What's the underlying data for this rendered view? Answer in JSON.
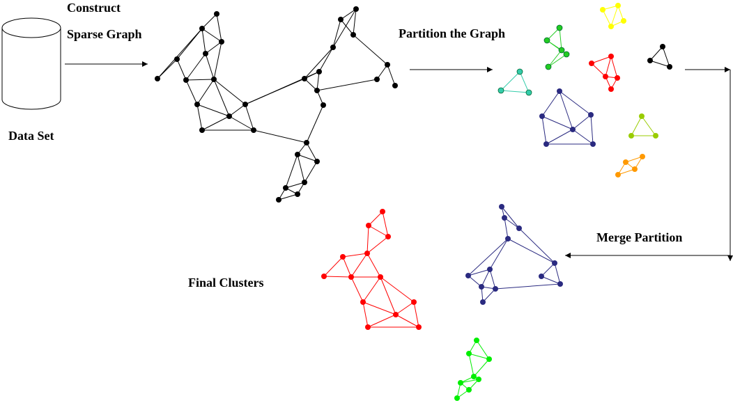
{
  "labels": {
    "construct_line1": "Construct",
    "construct_line2": "Sparse Graph",
    "data_set": "Data Set",
    "partition": "Partition the Graph",
    "merge": "Merge Partition",
    "final": "Final Clusters"
  },
  "colors": {
    "black": "#000000",
    "yellow": "#ffff00",
    "green": "#22cc22",
    "teal": "#33ccaa",
    "red": "#ff0000",
    "navy": "#2a2a80",
    "olive": "#99cc00",
    "orange": "#ff9900",
    "bright_green": "#00ee00"
  }
}
